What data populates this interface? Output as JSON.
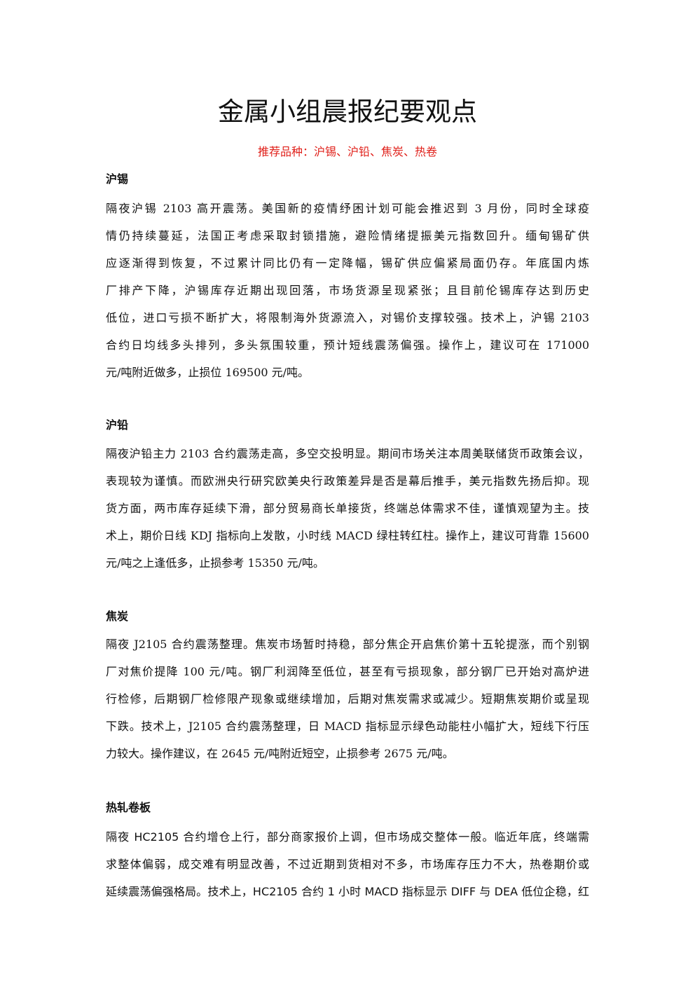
{
  "title": "金属小组晨报纪要观点",
  "recommended": "推荐品种：沪锡、沪铅、焦炭、热卷",
  "sections": [
    {
      "heading": "沪锡",
      "lines": [
        "隔夜沪锡 2103 高开震荡。美国新的疫情纾困计划可能会推迟到 3 月份，同时全球疫",
        "情仍持续蔓延，法国正考虑采取封锁措施，避险情绪提振美元指数回升。缅甸锡矿供",
        "应逐渐得到恢复，不过累计同比仍有一定降幅，锡矿供应偏紧局面仍存。年底国内炼",
        "厂排产下降，沪锡库存近期出现回落，市场货源呈现紧张；且目前伦锡库存达到历史",
        "低位，进口亏损不断扩大，将限制海外货源流入，对锡价支撑较强。技术上，沪锡 2103",
        "合约日均线多头排列，多头氛围较重，预计短线震荡偏强。操作上，建议可在 171000",
        "元/吨附近做多，止损位 169500 元/吨。"
      ]
    },
    {
      "heading": "沪铅",
      "lines": [
        "隔夜沪铅主力 2103 合约震荡走高，多空交投明显。期间市场关注本周美联储货币政策会议，",
        "表现较为谨慎。而欧洲央行研究欧美央行政策差异是否是幕后推手，美元指数先扬后抑。现",
        "货方面，两市库存延续下滑，部分贸易商长单接货，终端总体需求不佳，谨慎观望为主。技",
        "术上，期价日线 KDJ 指标向上发散，小时线 MACD 绿柱转红柱。操作上，建议可背靠 15600",
        "元/吨之上逢低多，止损参考 15350 元/吨。"
      ]
    },
    {
      "heading": "焦炭",
      "lines": [
        "隔夜 J2105 合约震荡整理。焦炭市场暂时持稳，部分焦企开启焦价第十五轮提涨，而个别钢",
        "厂对焦价提降 100 元/吨。钢厂利润降至低位，甚至有亏损现象，部分钢厂已开始对高炉进",
        "行检修，后期钢厂检修限产现象或继续增加，后期对焦炭需求或减少。短期焦炭期价或呈现",
        "下跌。技术上，J2105 合约震荡整理，日 MACD 指标显示绿色动能柱小幅扩大，短线下行压",
        "力较大。操作建议，在 2645 元/吨附近短空，止损参考 2675 元/吨。"
      ]
    },
    {
      "heading": "热轧卷板",
      "lines": [
        "隔夜 HC2105 合约增仓上行，部分商家报价上调，但市场成交整体一般。临近年底，终端需",
        "求整体偏弱，成交难有明显改善，不过近期到货相对不多，市场库存压力不大，热卷期价或",
        "延续震荡偏强格局。技术上，HC2105 合约 1 小时 MACD 指标显示 DIFF 与 DEA 低位企稳，红"
      ]
    }
  ]
}
